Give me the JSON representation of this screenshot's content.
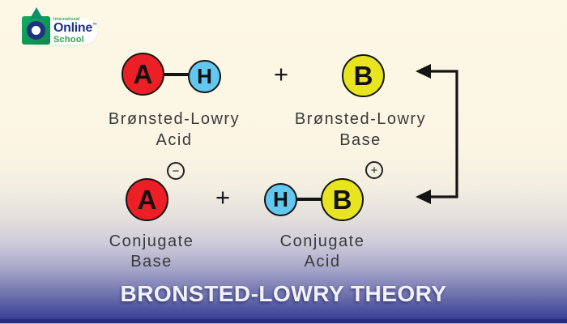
{
  "logo": {
    "top": "International",
    "name": "Online",
    "tm": "™",
    "sub": "School"
  },
  "diagram": {
    "top": {
      "mol1": {
        "atom1": "A",
        "atom2": "H",
        "label1": "Brønsted-Lowry",
        "label2": "Acid"
      },
      "plus": "+",
      "mol2": {
        "atom1": "B",
        "label1": "Brønsted-Lowry",
        "label2": "Base"
      }
    },
    "bottom": {
      "mol1": {
        "atom1": "A",
        "charge": "−",
        "label1": "Conjugate",
        "label2": "Base"
      },
      "plus": "+",
      "mol2": {
        "atom1": "H",
        "atom2": "B",
        "charge": "+",
        "label1": "Conjugate",
        "label2": "Acid"
      }
    }
  },
  "footer": {
    "title": "BRONSTED-LOWRY THEORY"
  },
  "colors": {
    "acid_red": "#ec1f26",
    "hydrogen_blue": "#62c8f0",
    "base_yellow": "#e8e51e",
    "background_top": "#fdf7e6",
    "background_bottom": "#2e3288",
    "title_text": "#f3f2f8",
    "logo_navy": "#1f3380",
    "logo_green": "#2fa24c",
    "arrow_black": "#141414"
  }
}
